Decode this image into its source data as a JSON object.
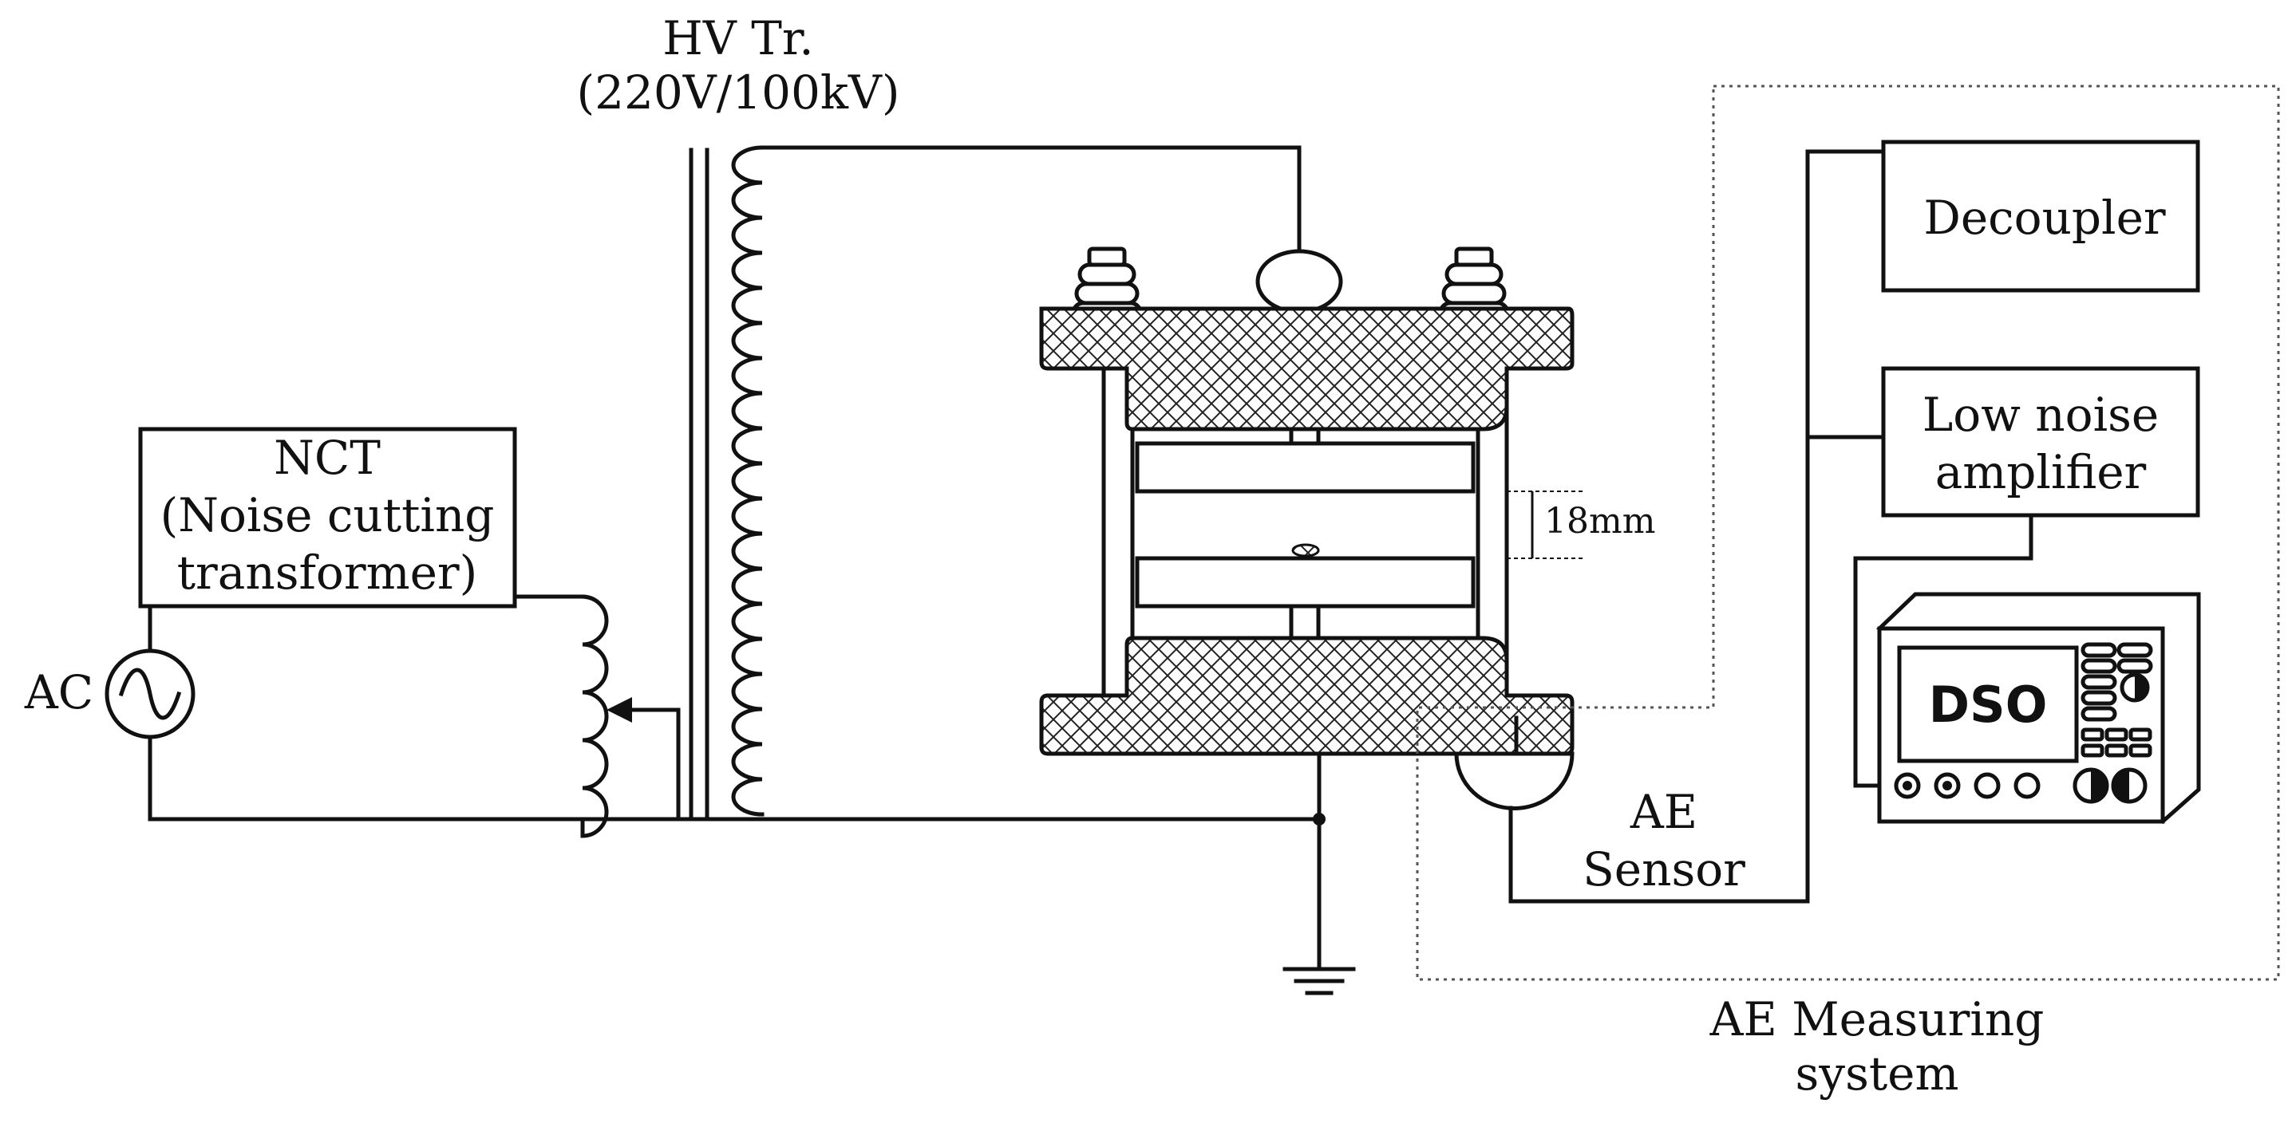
{
  "labels": {
    "hv_transformer_line1": "HV Tr.",
    "hv_transformer_line2": "(220V/100kV)",
    "nct_line1": "NCT",
    "nct_line2": "(Noise cutting",
    "nct_line3": "transformer)",
    "ac_source": "AC",
    "gap_dimension": "18mm",
    "decoupler": "Decoupler",
    "amplifier_line1": "Low noise",
    "amplifier_line2": "amplifier",
    "dso": "DSO",
    "ae_sensor_line1": "AE",
    "ae_sensor_line2": "Sensor",
    "measuring_system_line1": "AE Measuring",
    "measuring_system_line2": "system"
  },
  "icons": {
    "ac_source": "sine-wave-in-circle-icon",
    "ground": "ground-symbol-icon",
    "bushing": "bushing-insulator-icon",
    "dso_device": "oscilloscope-icon",
    "ae_sensor": "semicircle-sensor-icon"
  },
  "colors": {
    "line": "#111111",
    "background": "#ffffff",
    "dotted_boundary": "#555555"
  }
}
